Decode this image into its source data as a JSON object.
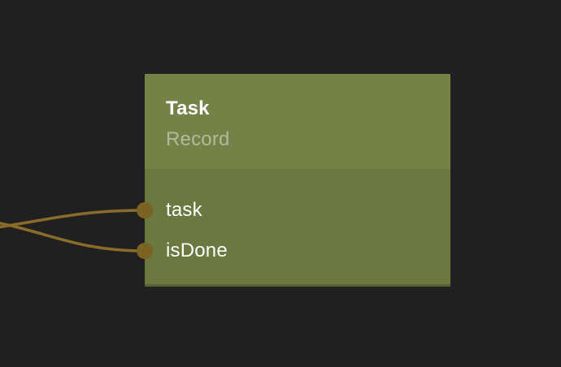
{
  "editor": {
    "node": {
      "title": "Task",
      "subtitle": "Record",
      "ports": [
        {
          "label": "task"
        },
        {
          "label": "isDone"
        }
      ]
    },
    "wires": [
      {
        "to_port": "task"
      },
      {
        "to_port": "isDone"
      }
    ]
  },
  "colors": {
    "background": "#202021",
    "node_header": "#748147",
    "node_body": "#6b7941",
    "port": "#7c6223",
    "wire": "#8a6c28",
    "title_text": "#ffffff",
    "subtitle_text": "rgba(255,255,255,0.45)",
    "port_label_text": "#fdfdfd"
  }
}
